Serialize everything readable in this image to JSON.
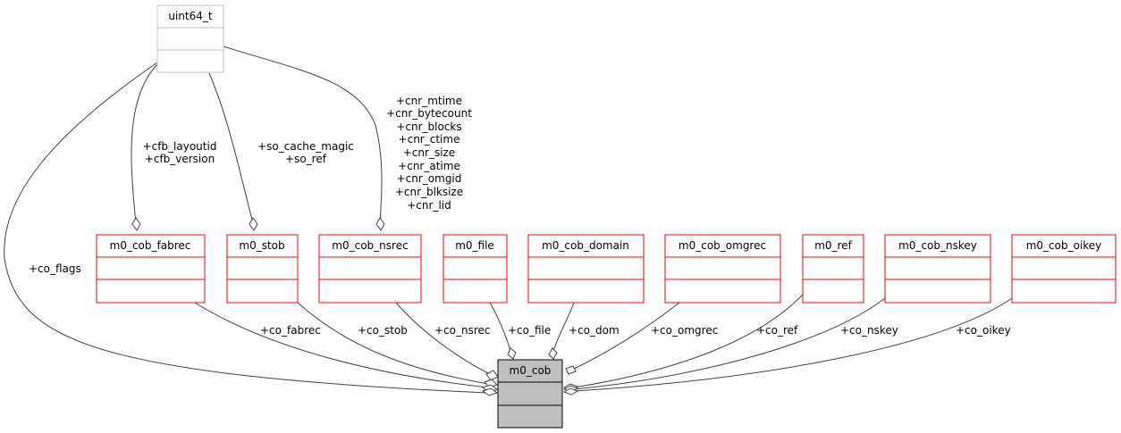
{
  "diagram": {
    "type": "collaboration-diagram",
    "main_class": {
      "name": "m0_cob",
      "fill": "#bfbfbf"
    },
    "external_type": {
      "name": "uint64_t",
      "border": "#bfbfbf"
    },
    "related_classes": [
      {
        "name": "m0_cob_fabrec"
      },
      {
        "name": "m0_stob"
      },
      {
        "name": "m0_cob_nsrec"
      },
      {
        "name": "m0_file"
      },
      {
        "name": "m0_cob_domain"
      },
      {
        "name": "m0_cob_omgrec"
      },
      {
        "name": "m0_ref"
      },
      {
        "name": "m0_cob_nskey"
      },
      {
        "name": "m0_cob_oikey"
      }
    ],
    "related_border_color": "#ff0000",
    "edge_labels": {
      "co_flags": "+co_flags",
      "co_fabrec": "+co_fabrec",
      "co_stob": "+co_stob",
      "co_nsrec": "+co_nsrec",
      "co_file": "+co_file",
      "co_dom": "+co_dom",
      "co_omgrec": "+co_omgrec",
      "co_ref": "+co_ref",
      "co_nskey": "+co_nskey",
      "co_oikey": "+co_oikey",
      "fabrec_uint": [
        "+cfb_layoutid",
        "+cfb_version"
      ],
      "stob_uint": [
        "+so_cache_magic",
        "+so_ref"
      ],
      "nsrec_uint": [
        "+cnr_mtime",
        "+cnr_bytecount",
        "+cnr_blocks",
        "+cnr_ctime",
        "+cnr_size",
        "+cnr_atime",
        "+cnr_omgid",
        "+cnr_blksize",
        "+cnr_lid"
      ]
    }
  }
}
